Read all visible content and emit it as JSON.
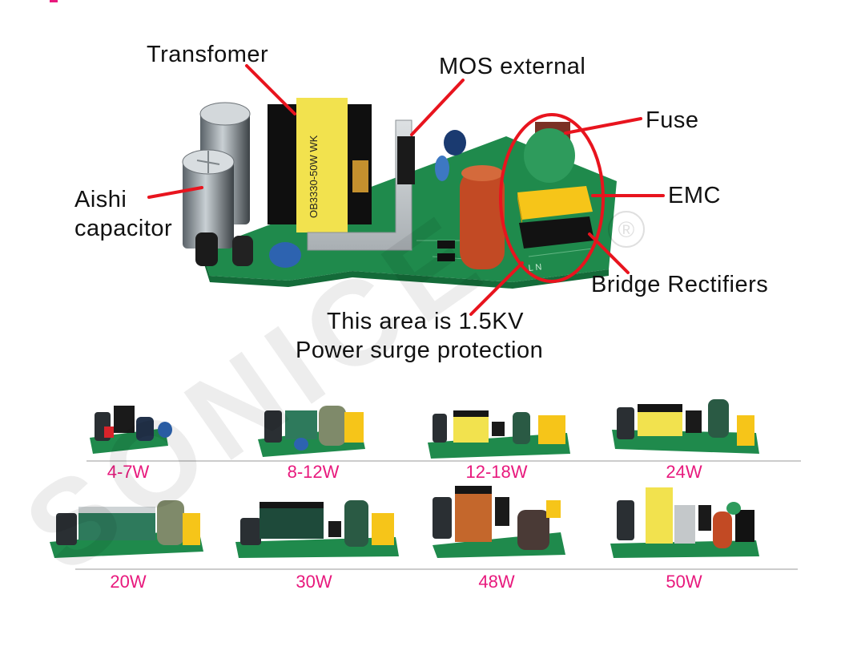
{
  "callouts": {
    "transformer": "Transfomer",
    "mos": "MOS external",
    "fuse": "Fuse",
    "emc": "EMC",
    "capacitor_line1": "Aishi",
    "capacitor_line2": "capacitor",
    "rectifier": "Bridge Rectifiers",
    "surge_line1": "This area is 1.5KV",
    "surge_line2": "Power surge protection"
  },
  "board_marking": "OB3330-50W  WK",
  "watermark": "SONICE",
  "registered_mark": "®",
  "models": [
    "4-7W",
    "8-12W",
    "12-18W",
    "24W",
    "20W",
    "30W",
    "48W",
    "50W"
  ],
  "colors": {
    "pcb": "#1f8a4c",
    "callout_line": "#e8141e",
    "wattage_text": "#e8197d",
    "transformer_yellow": "#f2e24e",
    "emc_yellow": "#f6c519",
    "fuse_brown": "#7a3024"
  }
}
